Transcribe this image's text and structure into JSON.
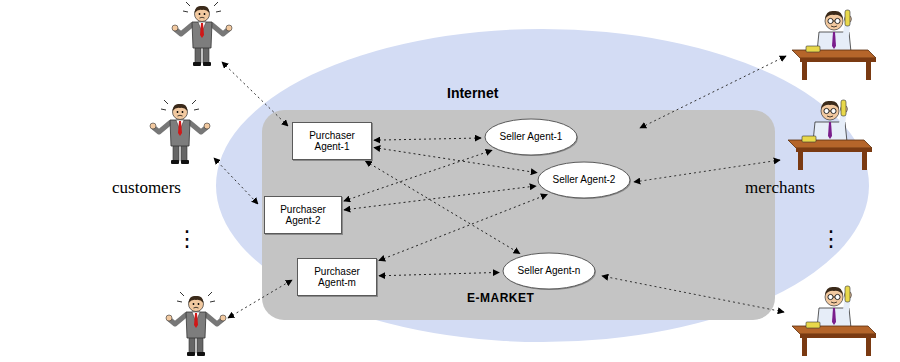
{
  "diagram": {
    "nodes": [
      {
        "text": [
          "Internet"
        ]
      },
      {
        "text": [
          "E-MARKET"
        ],
        "in": 0
      },
      {
        "text": [
          "Purchaser Agent-1"
        ],
        "in": 1
      },
      {
        "text": [
          "Purchaser Agent-2"
        ],
        "in": 1
      },
      {
        "text": [
          "Purchaser Agent-m"
        ],
        "in": 1
      },
      {
        "text": [
          "Seller Agent-1"
        ],
        "in": 1
      },
      {
        "text": [
          "Seller Agent-2"
        ],
        "in": 1
      },
      {
        "text": [
          "Seller Agent-n"
        ],
        "in": 1
      }
    ],
    "edges": [
      {
        "from": 2,
        "to": 5,
        "arrow": "both"
      },
      {
        "from": 2,
        "to": 6,
        "arrow": "both"
      },
      {
        "from": 2,
        "to": 7,
        "arrow": "both"
      },
      {
        "from": 3,
        "to": 5,
        "arrow": "both"
      },
      {
        "from": 3,
        "to": 6,
        "arrow": "both"
      },
      {
        "from": 4,
        "to": 6,
        "arrow": "both"
      },
      {
        "from": 4,
        "to": 7,
        "arrow": "both"
      }
    ],
    "labels": [
      "customers",
      "merchants",
      "⋮",
      "⋮"
    ]
  }
}
